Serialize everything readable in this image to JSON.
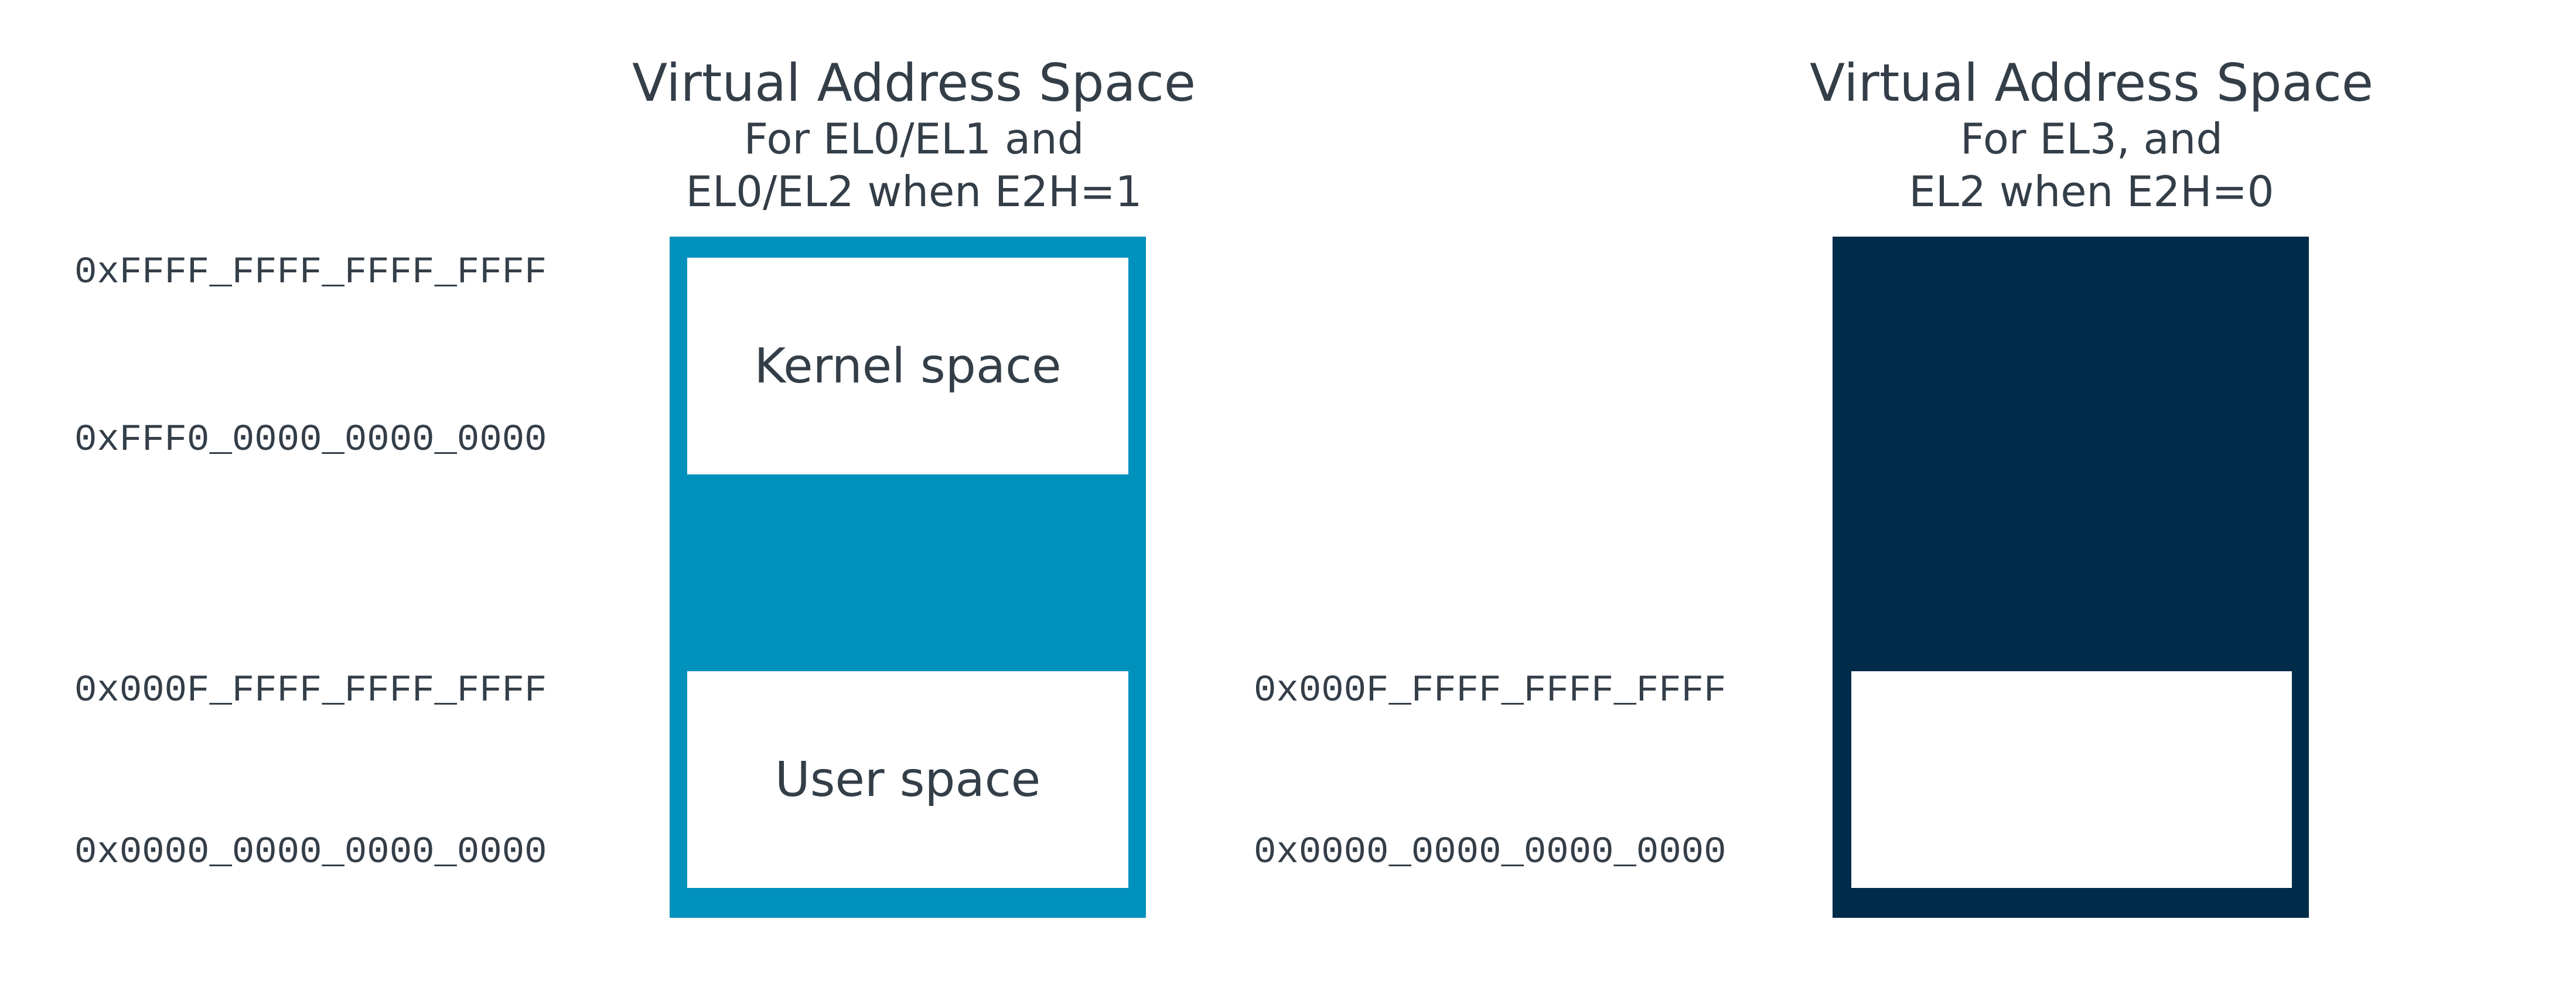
{
  "left_panel": {
    "title": "Virtual Address Space",
    "subtitle_line1": "For EL0/EL1 and",
    "subtitle_line2": "EL0/EL2 when E2H=1",
    "addresses": {
      "top": "0xFFFF_FFFF_FFFF_FFFF",
      "kernel_bottom": "0xFFF0_0000_0000_0000",
      "user_top": "0x000F_FFFF_FFFF_FFFF",
      "bottom": "0x0000_0000_0000_0000"
    },
    "regions": {
      "kernel_label": "Kernel space",
      "user_label": "User space"
    },
    "color": "#0091bd"
  },
  "right_panel": {
    "title": "Virtual Address Space",
    "subtitle_line1": "For EL3, and",
    "subtitle_line2": "EL2 when E2H=0",
    "addresses": {
      "user_top": "0x000F_FFFF_FFFF_FFFF",
      "bottom": "0x0000_0000_0000_0000"
    },
    "color": "#002b49"
  },
  "colors": {
    "text": "#333e48",
    "region_fill": "#ffffff"
  }
}
